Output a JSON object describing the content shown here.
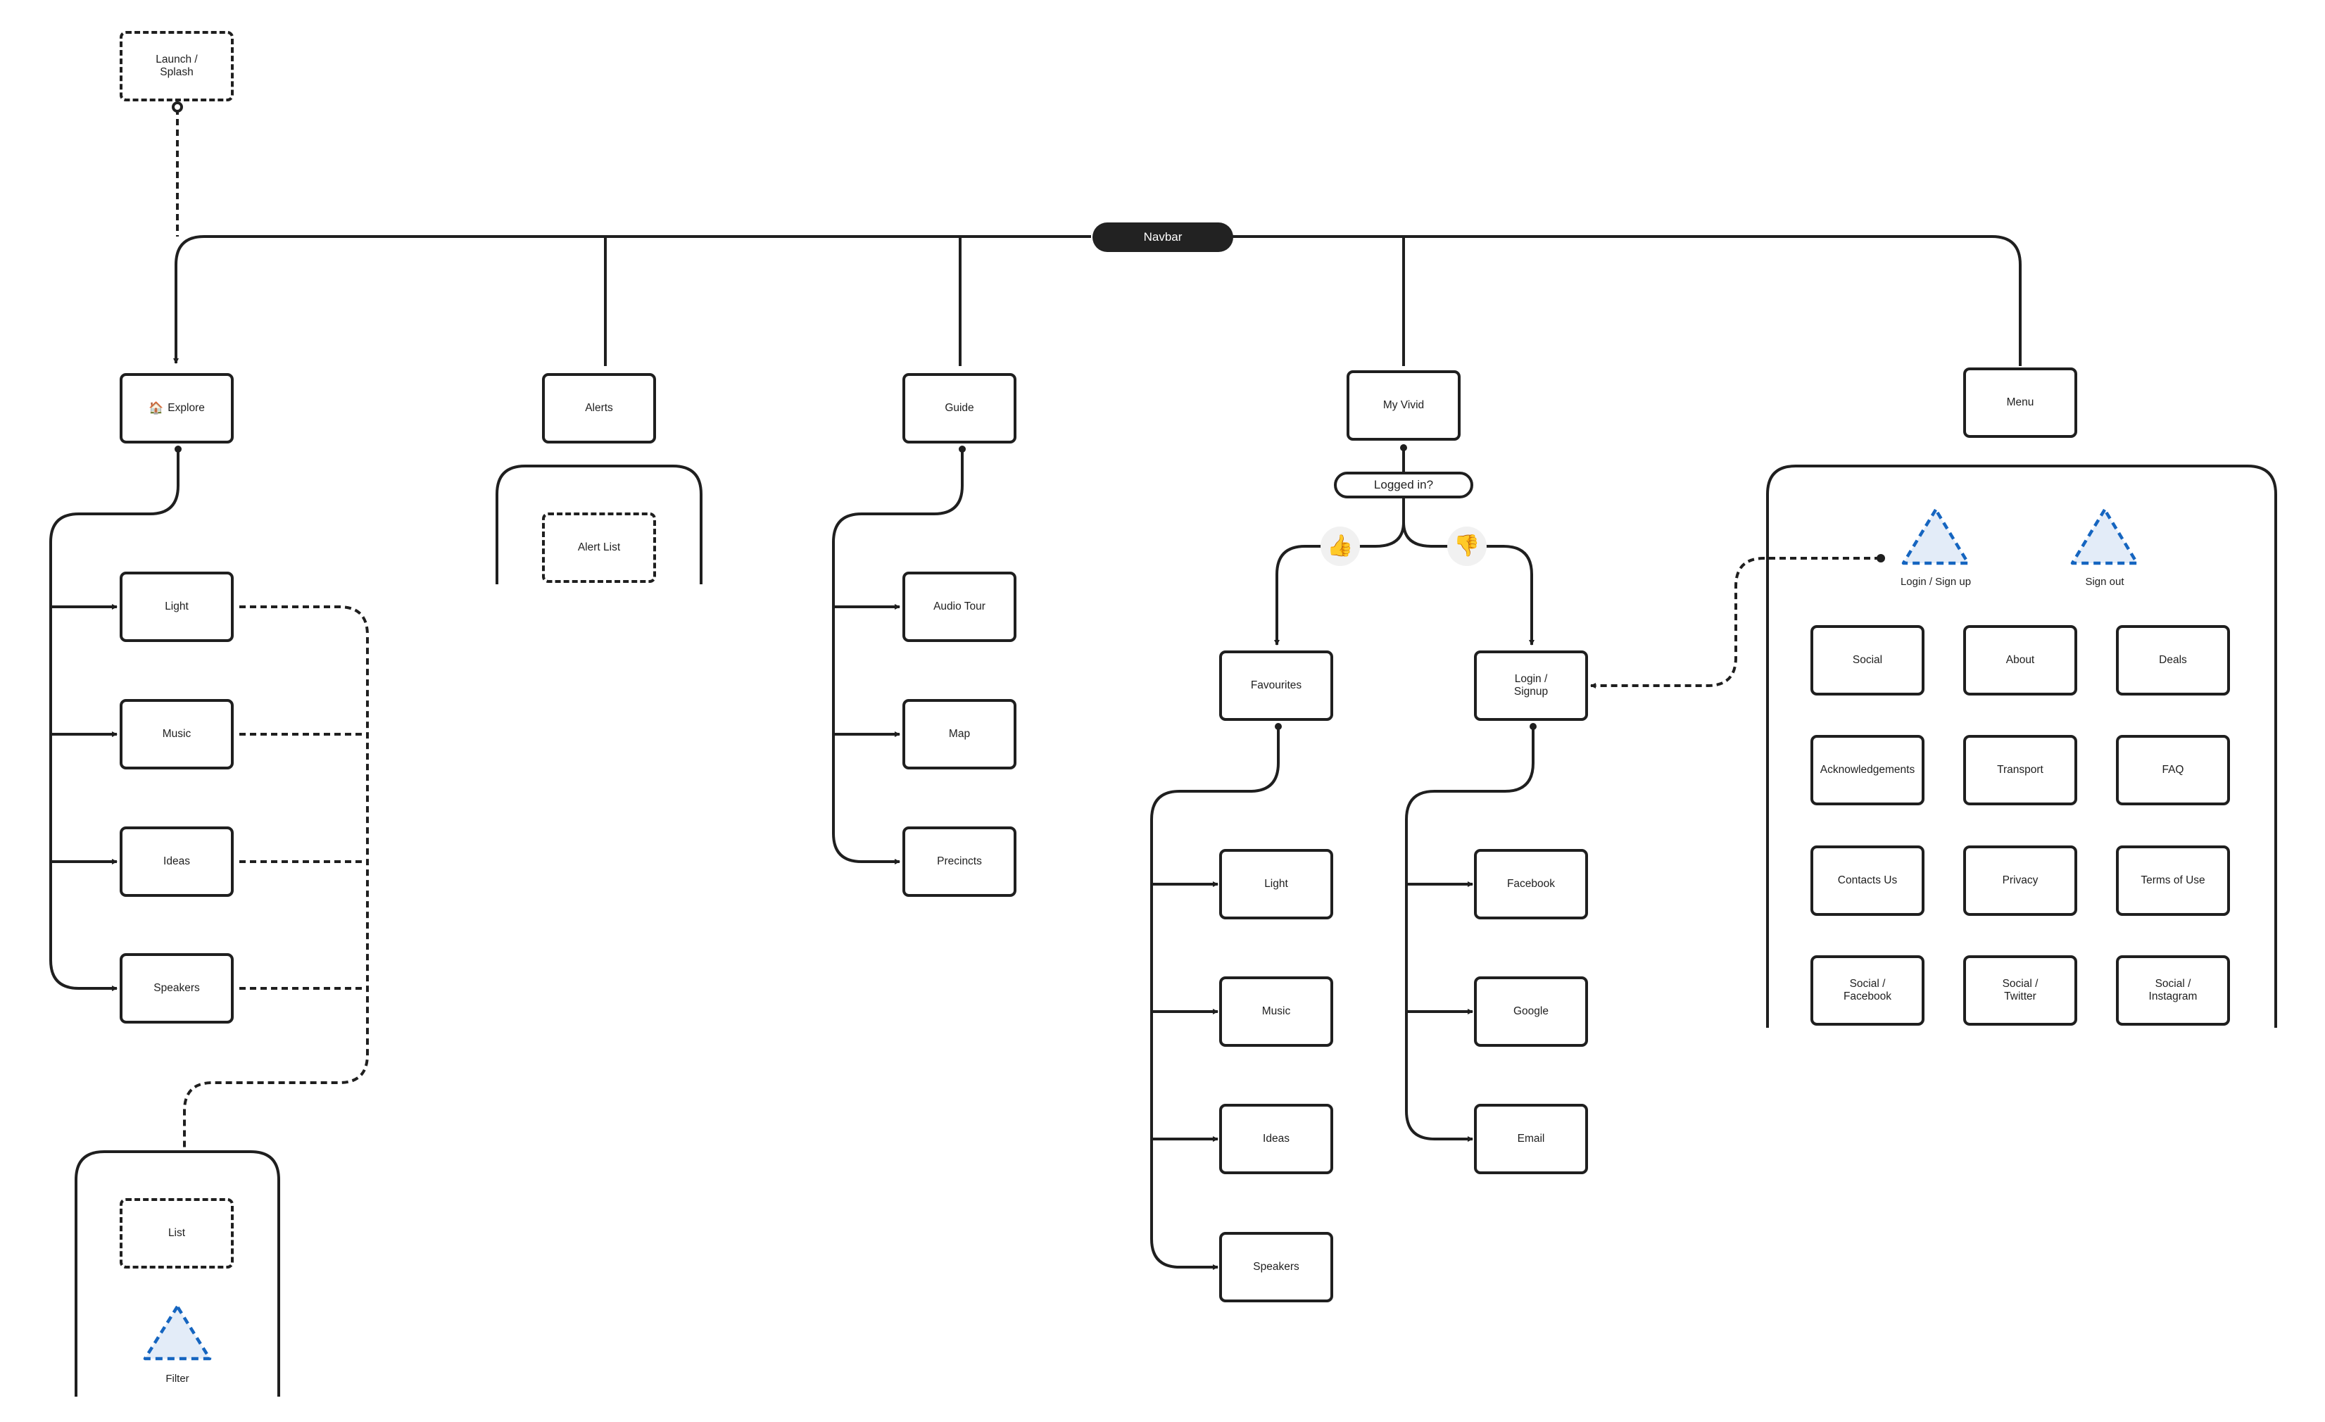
{
  "navbar": {
    "label": "Navbar"
  },
  "launch": {
    "label": "Launch /\nSplash"
  },
  "explore": {
    "label": "Explore",
    "icon": "house-icon",
    "items": [
      {
        "label": "Light"
      },
      {
        "label": "Music"
      },
      {
        "label": "Ideas"
      },
      {
        "label": "Speakers"
      }
    ],
    "list": {
      "label": "List"
    },
    "filter": {
      "label": "Filter"
    }
  },
  "alerts": {
    "label": "Alerts",
    "list": {
      "label": "Alert List"
    }
  },
  "guide": {
    "label": "Guide",
    "items": [
      {
        "label": "Audio Tour"
      },
      {
        "label": "Map"
      },
      {
        "label": "Precincts"
      }
    ]
  },
  "myvivid": {
    "label": "My Vivid",
    "decision": {
      "label": "Logged in?"
    },
    "yes_icon": "thumbs-up-icon",
    "no_icon": "thumbs-down-icon",
    "favourites": {
      "label": "Favourites",
      "items": [
        {
          "label": "Light"
        },
        {
          "label": "Music"
        },
        {
          "label": "Ideas"
        },
        {
          "label": "Speakers"
        }
      ]
    },
    "login": {
      "label": "Login /\nSignup",
      "items": [
        {
          "label": "Facebook"
        },
        {
          "label": "Google"
        },
        {
          "label": "Email"
        }
      ]
    }
  },
  "menu": {
    "label": "Menu",
    "triangles": [
      {
        "label": "Login / Sign up"
      },
      {
        "label": "Sign out"
      }
    ],
    "grid": [
      {
        "label": "Social"
      },
      {
        "label": "About"
      },
      {
        "label": "Deals"
      },
      {
        "label": "Acknowledgements"
      },
      {
        "label": "Transport"
      },
      {
        "label": "FAQ"
      },
      {
        "label": "Contacts Us"
      },
      {
        "label": "Privacy"
      },
      {
        "label": "Terms of Use"
      },
      {
        "label": "Social /\nFacebook"
      },
      {
        "label": "Social /\nTwitter"
      },
      {
        "label": "Social /\nInstagram"
      }
    ]
  },
  "colors": {
    "stroke": "#1f1f1f",
    "triangle_stroke": "#1565c0",
    "triangle_fill": "#e3ecf8",
    "navbar_fill": "#222222"
  }
}
